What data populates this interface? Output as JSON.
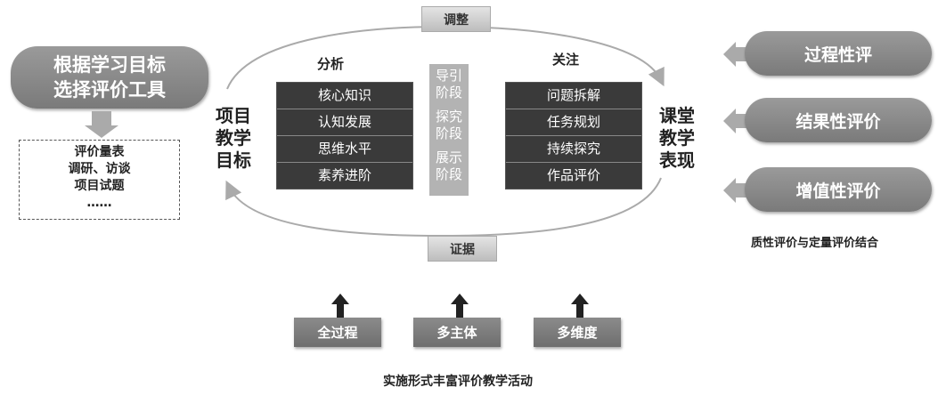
{
  "left": {
    "pill_line1": "根据学习目标",
    "pill_line2": "选择评价工具",
    "tools": [
      "评价量表",
      "调研、访谈",
      "项目试题",
      "……"
    ]
  },
  "center": {
    "adjust_label": "调整",
    "evidence_label": "证据",
    "analysis_label": "分析",
    "focus_label": "关注",
    "goal_title": [
      "项目",
      "教学",
      "目标"
    ],
    "perf_title": [
      "课堂",
      "教学",
      "表现"
    ],
    "analysis_items": [
      "核心知识",
      "认知发展",
      "思维水平",
      "素养进阶"
    ],
    "stages": [
      "导引",
      "阶段",
      "探究",
      "阶段",
      "展示",
      "阶段"
    ],
    "focus_items": [
      "问题拆解",
      "任务规划",
      "持续探究",
      "作品评价"
    ]
  },
  "right": {
    "pills": [
      "过程性评",
      "结果性评价",
      "增值性评价"
    ],
    "caption": "质性评价与定量评价结合"
  },
  "bottom": {
    "buttons": [
      "全过程",
      "多主体",
      "多维度"
    ],
    "caption": "实施形式丰富评价教学活动"
  }
}
